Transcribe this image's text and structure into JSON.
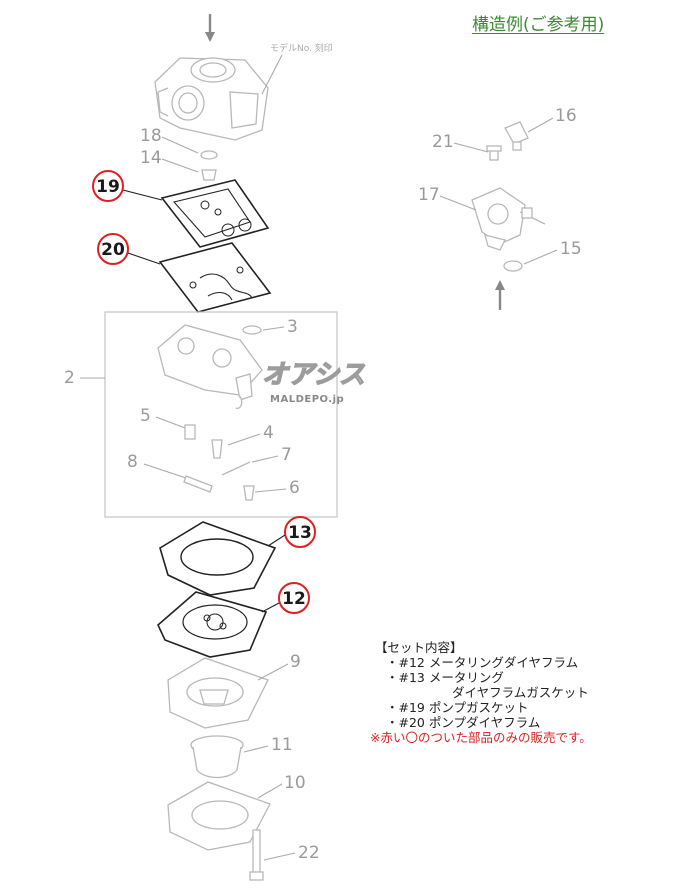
{
  "title": "構造例(ご参考用)",
  "model_stamp_label": "モデルNo. 刻印",
  "watermark": {
    "logo": "オアシス",
    "site": "MALDEPO.jp"
  },
  "part_numbers": {
    "p2": "2",
    "p3": "3",
    "p4": "4",
    "p5": "5",
    "p6": "6",
    "p7": "7",
    "p8": "8",
    "p9": "9",
    "p10": "10",
    "p11": "11",
    "p14": "14",
    "p15": "15",
    "p16": "16",
    "p17": "17",
    "p18": "18",
    "p21": "21",
    "p22": "22"
  },
  "circled_parts": {
    "p19": "19",
    "p20": "20",
    "p13": "13",
    "p12": "12"
  },
  "set_contents": {
    "header": "【セット内容】",
    "items": [
      "・#12 メータリングダイヤフラム",
      "・#13 メータリング",
      "ダイヤフラムガスケット",
      "・#19 ポンプガスケット",
      "・#20 ポンプダイヤフラム"
    ],
    "note": "※赤い〇のついた部品のみの販売です。"
  },
  "colors": {
    "title": "#3a8a32",
    "circle": "#e02020",
    "note": "#e02020",
    "part_number": "#9a9a9a"
  }
}
